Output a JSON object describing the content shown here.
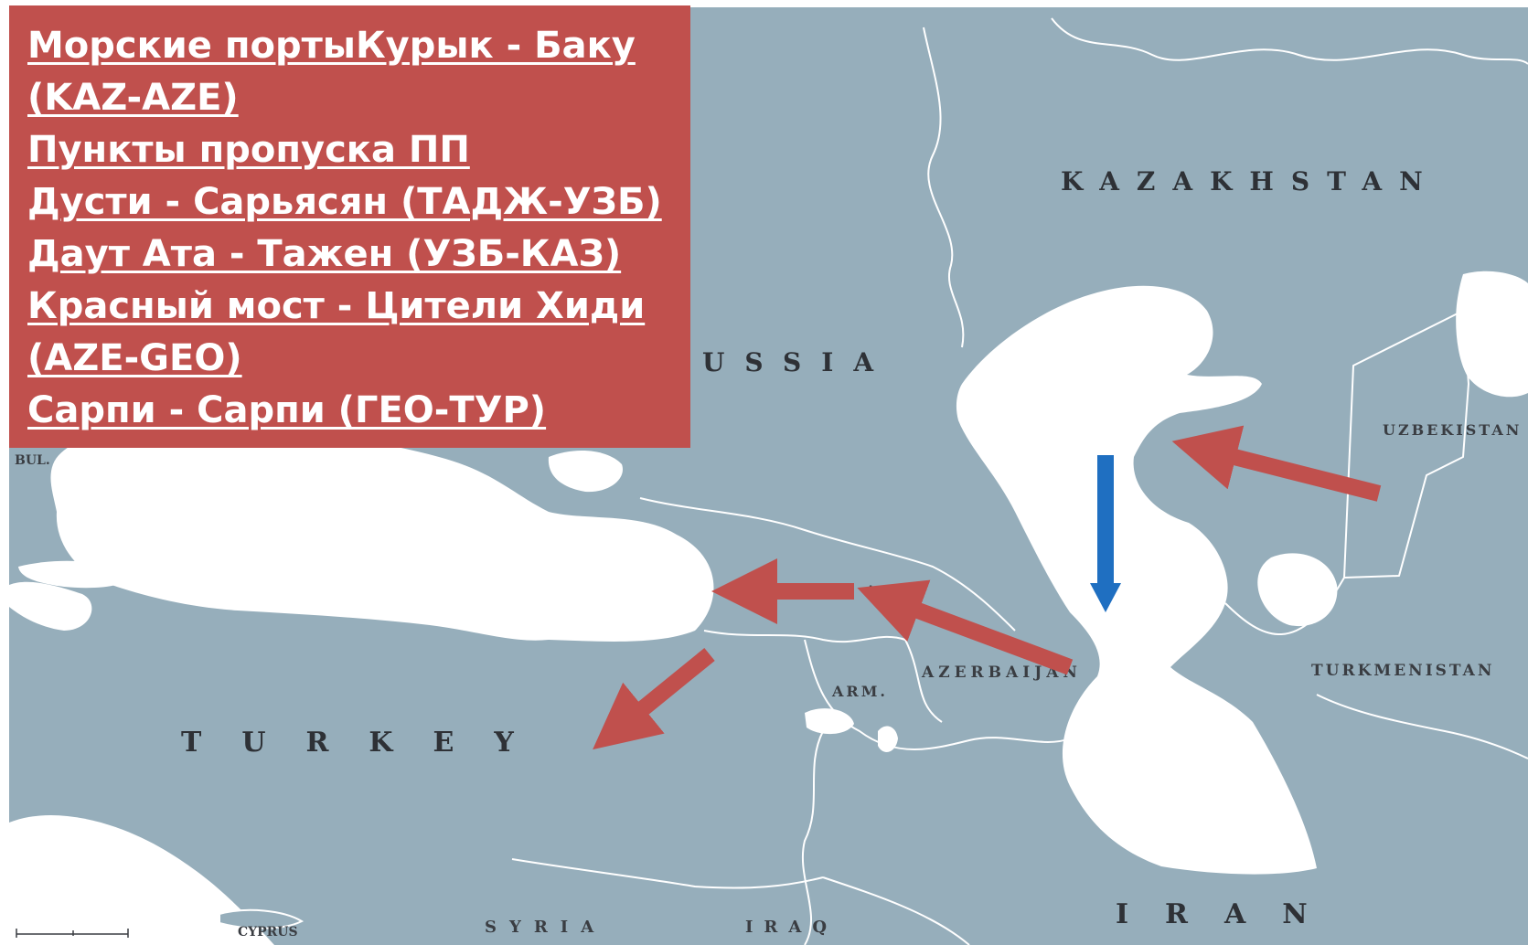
{
  "legend": {
    "lines": [
      "Морские портыКурык - Баку",
      "(KAZ-AZE)",
      "Пункты пропуска ПП",
      "Дусти - Сарьясян (ТАДЖ-УЗБ)",
      "Даут Ата - Тажен (УЗБ-КАЗ)",
      "Красный мост - Цители Хиди",
      "(AZE-GEO)",
      "Сарпи - Сарпи (ГЕО-ТУР)"
    ]
  },
  "map": {
    "labels": {
      "kazakhstan": "KAZAKHSTAN",
      "russia": "USSIA",
      "uzbekistan": "UZBEKISTAN",
      "turkey": "TURKEY",
      "azerbaijan": "AZERBAIJAN",
      "armenia": "ARM.",
      "turkmenistan": "TURKMENISTAN",
      "iran": "IRAN",
      "syria": "SYRIA",
      "iraq": "IRAQ",
      "cyprus": "CYPRUS",
      "bulgaria": "BUL.",
      "georgia_fragment": "A"
    },
    "colors": {
      "land": "#96aebb",
      "water": "#ffffff",
      "border": "#ffffff",
      "route_arrow": "#c0504d",
      "sea_route_arrow": "#1f6fc1",
      "legend_bg": "#c0504d"
    }
  }
}
